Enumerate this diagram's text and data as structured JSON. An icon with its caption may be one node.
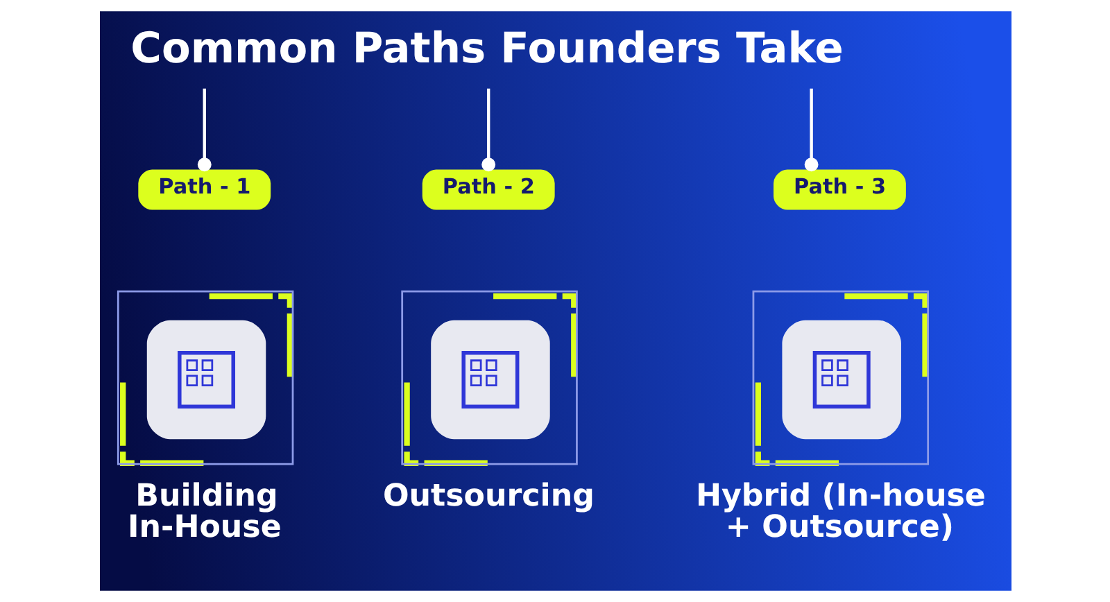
{
  "diagram": {
    "nodes": [
      {
        "text": [
          "Common Paths Founders Take"
        ]
      },
      {
        "text": [
          "Path - 1"
        ]
      },
      {
        "text": [
          "Path - 2"
        ]
      },
      {
        "text": [
          "Path - 3"
        ]
      },
      {
        "text": [
          "Building In-House"
        ]
      },
      {
        "text": [
          "Outsourcing"
        ]
      },
      {
        "text": [
          "Hybrid (In-house + Outsource)"
        ]
      }
    ],
    "edges": [
      {
        "from": 0,
        "to": 1,
        "arrow": "other"
      },
      {
        "from": 0,
        "to": 2,
        "arrow": "other"
      },
      {
        "from": 0,
        "to": 3,
        "arrow": "other"
      }
    ]
  }
}
